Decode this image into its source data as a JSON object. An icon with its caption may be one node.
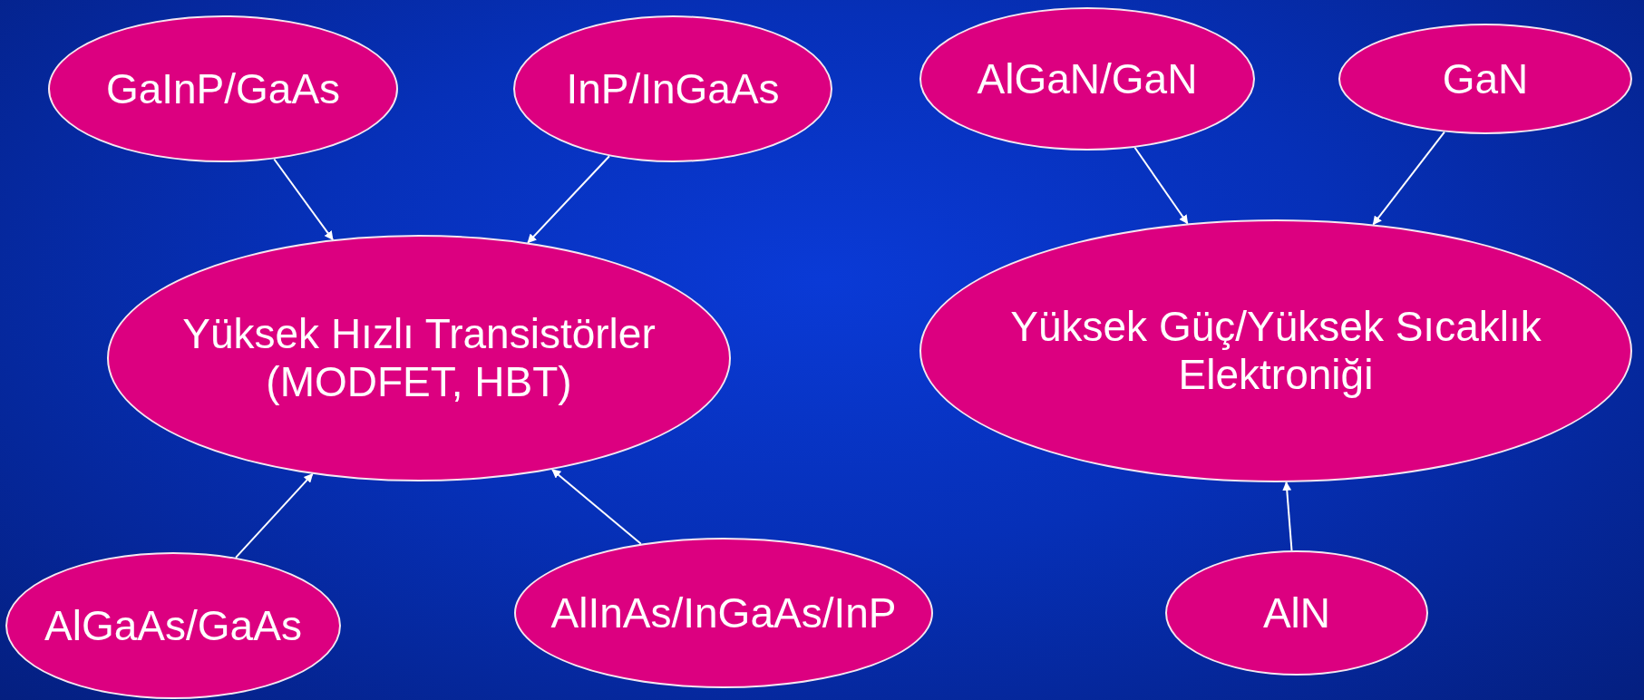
{
  "diagram": {
    "nodes": [
      {
        "text": [
          "GaInP/GaAs"
        ]
      },
      {
        "text": [
          "InP/InGaAs"
        ]
      },
      {
        "text": [
          "AlGaN/GaN"
        ]
      },
      {
        "text": [
          "GaN"
        ]
      },
      {
        "text": [
          "Yüksek Hızlı Transistörler (MODFET, HBT)"
        ]
      },
      {
        "text": [
          "Yüksek Güç/Yüksek Sıcaklık Elektroniği"
        ]
      },
      {
        "text": [
          "AlGaAs/GaAs"
        ]
      },
      {
        "text": [
          "AlInAs/InGaAs/InP"
        ]
      },
      {
        "text": [
          "AlN"
        ]
      }
    ],
    "edges": [
      {
        "from": 0,
        "to": 4,
        "arrow": "to"
      },
      {
        "from": 1,
        "to": 4,
        "arrow": "to"
      },
      {
        "from": 2,
        "to": 5,
        "arrow": "to"
      },
      {
        "from": 3,
        "to": 5,
        "arrow": "to"
      },
      {
        "from": 6,
        "to": 4,
        "arrow": "to"
      },
      {
        "from": 7,
        "to": 4,
        "arrow": "to"
      },
      {
        "from": 8,
        "to": 5,
        "arrow": "to"
      }
    ]
  }
}
